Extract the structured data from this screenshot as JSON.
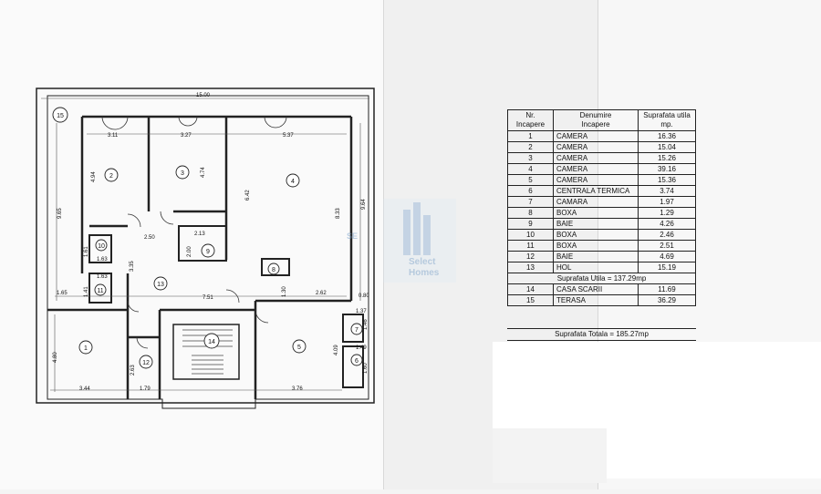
{
  "plan": {
    "overall_width": "15.00",
    "dimensions": {
      "d311": "3.11",
      "d327": "3.27",
      "d537": "5.37",
      "d494": "4.94",
      "d474": "4.74",
      "d642": "6.42",
      "d833": "8.33",
      "d965": "9.65",
      "d964": "9.64",
      "d250": "2.50",
      "d213": "2.13",
      "d200": "2.00",
      "d161": "1.61",
      "d163a": "1.63",
      "d163b": "1.63",
      "d335": "3.35",
      "d141": "1.41",
      "d165": "1.65",
      "d751": "7.51",
      "d130": "1.30",
      "d262": "2.62",
      "d080": "0.80",
      "d137": "1.37",
      "d146": "1.46",
      "d409": "4.09",
      "d149": "1.49",
      "d160": "1.60",
      "d480": "4.80",
      "d263": "2.63",
      "d344": "3.44",
      "d179": "1.79",
      "d376": "3.76"
    },
    "room_numbers": [
      "1",
      "2",
      "3",
      "4",
      "5",
      "6",
      "7",
      "8",
      "9",
      "10",
      "11",
      "12",
      "13",
      "14",
      "15"
    ]
  },
  "watermark": {
    "line1": "Select",
    "line2": "Homes",
    "side": "SE"
  },
  "table": {
    "headers": {
      "nr": "Nr.\nIncapere",
      "name": "Denumire\nIncapere",
      "area": "Suprafata utila\nmp."
    },
    "rows": [
      {
        "nr": "1",
        "name": "CAMERA",
        "area": "16.36"
      },
      {
        "nr": "2",
        "name": "CAMERA",
        "area": "15.04"
      },
      {
        "nr": "3",
        "name": "CAMERA",
        "area": "15.26"
      },
      {
        "nr": "4",
        "name": "CAMERA",
        "area": "39.16"
      },
      {
        "nr": "5",
        "name": "CAMERA",
        "area": "15.36"
      },
      {
        "nr": "6",
        "name": "CENTRALA TERMICA",
        "area": "3.74"
      },
      {
        "nr": "7",
        "name": "CAMARA",
        "area": "1.97"
      },
      {
        "nr": "8",
        "name": "BOXA",
        "area": "1.29"
      },
      {
        "nr": "9",
        "name": "BAIE",
        "area": "4.26"
      },
      {
        "nr": "10",
        "name": "BOXA",
        "area": "2.46"
      },
      {
        "nr": "11",
        "name": "BOXA",
        "area": "2.51"
      },
      {
        "nr": "12",
        "name": "BAIE",
        "area": "4.69"
      },
      {
        "nr": "13",
        "name": "HOL",
        "area": "15.19"
      }
    ],
    "summary_utila": "Suprafata Utila = 137.29mp",
    "extra_rows": [
      {
        "nr": "14",
        "name": "CASA SCARII",
        "area": "11.69"
      },
      {
        "nr": "15",
        "name": "TERASA",
        "area": "36.29"
      }
    ],
    "summary_total": "Suprafata Totala = 185.27mp"
  }
}
